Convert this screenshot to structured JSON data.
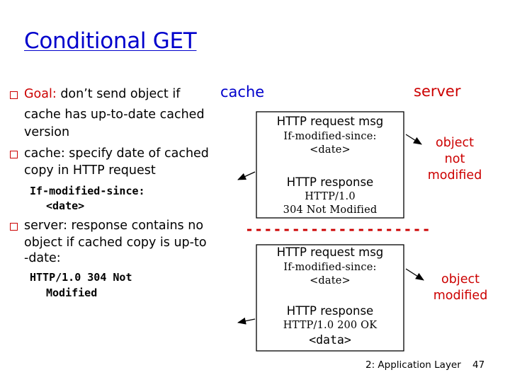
{
  "title": "Conditional GET",
  "bullets": {
    "goal_label": "Goal:",
    "goal_line1": "don’t send object if",
    "goal_line2": "cache has up-to-date cached",
    "goal_line3": "version",
    "cache_line1": "cache: specify date of cached",
    "cache_line2": "copy in HTTP request",
    "cache_code1": "If-modified-since:",
    "cache_code2": "<date>",
    "server_line1": "server: response contains no",
    "server_line2": "object if cached copy is up-to",
    "server_line3": "-date:",
    "server_code1": "HTTP/1.0 304 Not",
    "server_code2": "Modified"
  },
  "diagram": {
    "cache_label": "cache",
    "server_label": "server",
    "top": {
      "request_title": "HTTP request msg",
      "request_code1": "If-modified-since:",
      "request_code2": "<date>",
      "response_title": "HTTP response",
      "response_code1": "HTTP/1.0",
      "response_code2": "304 Not Modified",
      "side_label1": "object",
      "side_label2": "not",
      "side_label3": "modified"
    },
    "divider": "--------------------",
    "bottom": {
      "request_title": "HTTP request msg",
      "request_code1": "If-modified-since:",
      "request_code2": "<date>",
      "response_title": "HTTP response",
      "response_code": "HTTP/1.0 200 OK",
      "data": "<data>",
      "side_label1": "object",
      "side_label2": "modified"
    }
  },
  "footer": {
    "chapter": "2: Application Layer",
    "page": "47"
  },
  "colors": {
    "title": "#0000cc",
    "accent": "#cc0000"
  }
}
